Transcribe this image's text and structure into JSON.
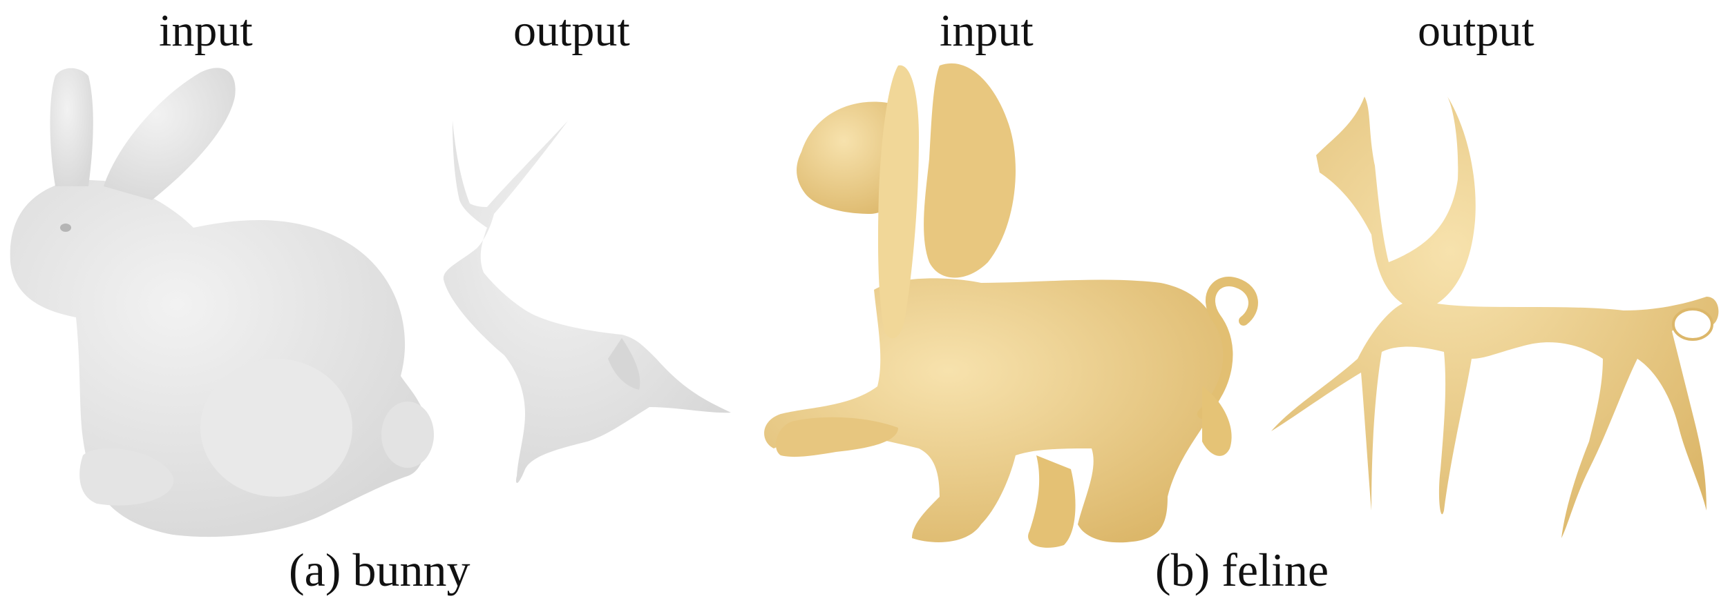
{
  "panels": [
    {
      "caption": "(a) bunny",
      "input_label": "input",
      "output_label": "output",
      "material_color": "#e6e6e6",
      "shade_color": "#cfcfcf"
    },
    {
      "caption": "(b) feline",
      "input_label": "input",
      "output_label": "output",
      "material_color": "#ecd08e",
      "shade_color": "#d9b566"
    }
  ]
}
